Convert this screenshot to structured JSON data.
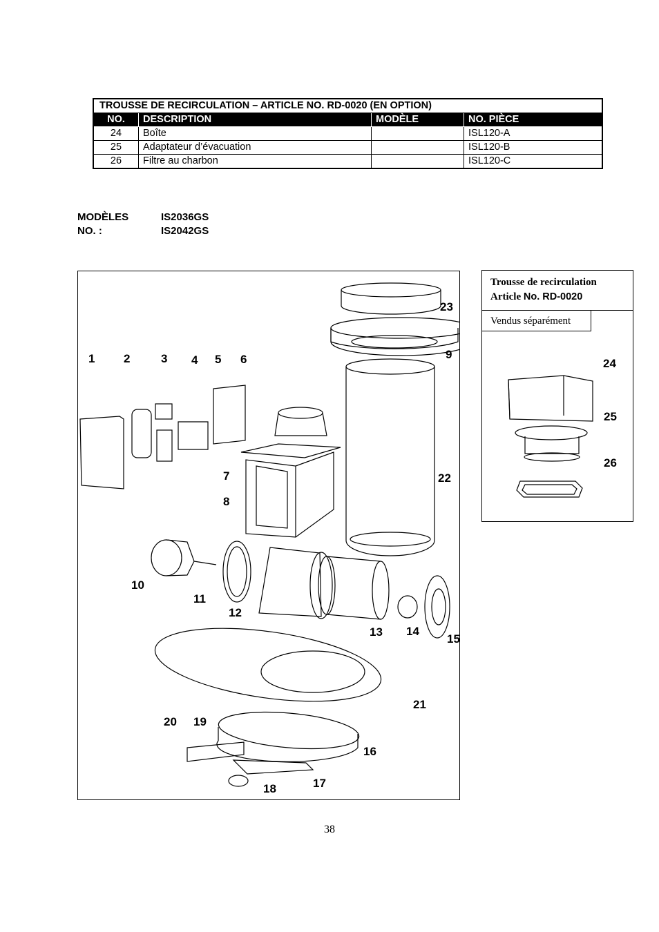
{
  "kit_table": {
    "title": "TROUSSE DE RECIRCULATION – ARTICLE NO. RD-0020 (EN OPTION)",
    "headers": [
      "NO.",
      "DESCRIPTION",
      "MODÈLE",
      "NO. PIÈCE"
    ],
    "rows": [
      {
        "no": "24",
        "description": "Boîte",
        "model": "",
        "part": "ISL120-A"
      },
      {
        "no": "25",
        "description": "Adaptateur d’évacuation",
        "model": "",
        "part": "ISL120-B"
      },
      {
        "no": "26",
        "description": "Filtre au charbon",
        "model": "",
        "part": "ISL120-C"
      }
    ]
  },
  "models": {
    "label_line1": "MODÈLES",
    "label_line2": "NO. :",
    "model1": "IS2036GS",
    "model2": "IS2042GS"
  },
  "diagram": {
    "callouts": [
      "1",
      "2",
      "3",
      "4",
      "5",
      "6",
      "7",
      "8",
      "9",
      "10",
      "11",
      "12",
      "13",
      "14",
      "15",
      "16",
      "17",
      "18",
      "19",
      "20",
      "21",
      "22",
      "23"
    ]
  },
  "recirc_box": {
    "title_line1": "Trousse de recirculation",
    "title_line2_serif": "Article ",
    "title_line2_sans": "No. RD-0020",
    "sold_separately": "Vendus séparément",
    "callouts": [
      "24",
      "25",
      "26"
    ]
  },
  "page_number": "38"
}
